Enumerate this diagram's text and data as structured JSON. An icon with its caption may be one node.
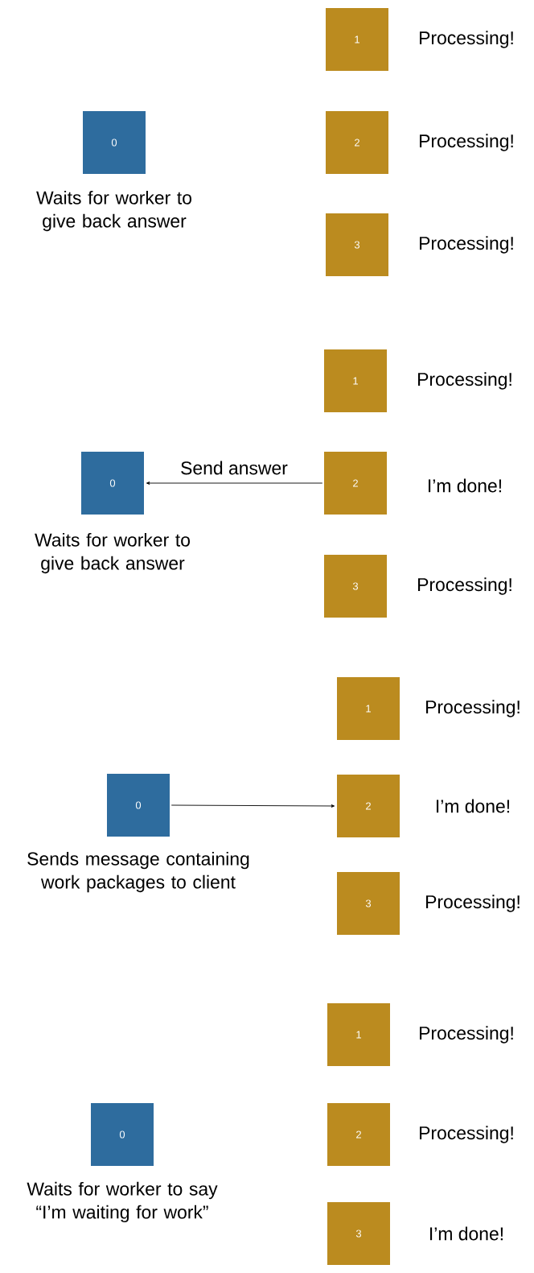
{
  "diagram": {
    "nodes": [
      {
        "text": [
          "0"
        ],
        "beside": [
          "Waits for worker to give back answer"
        ]
      },
      {
        "text": [
          "1"
        ],
        "beside": [
          "Processing!"
        ]
      },
      {
        "text": [
          "2"
        ],
        "beside": [
          "Processing!"
        ]
      },
      {
        "text": [
          "3"
        ],
        "beside": [
          "Processing!"
        ]
      },
      {
        "text": [
          "0"
        ],
        "beside": [
          "Waits for worker to give back answer"
        ]
      },
      {
        "text": [
          "1"
        ],
        "beside": [
          "Processing!"
        ]
      },
      {
        "text": [
          "2"
        ],
        "beside": [
          "I’m done!"
        ]
      },
      {
        "text": [
          "3"
        ],
        "beside": [
          "Processing!"
        ]
      },
      {
        "text": [
          "0"
        ],
        "beside": [
          "Sends message containing work packages to client"
        ]
      },
      {
        "text": [
          "1"
        ],
        "beside": [
          "Processing!"
        ]
      },
      {
        "text": [
          "2"
        ],
        "beside": [
          "I’m done!"
        ]
      },
      {
        "text": [
          "3"
        ],
        "beside": [
          "Processing!"
        ]
      },
      {
        "text": [
          "0"
        ],
        "beside": [
          "Waits for worker to say “I’m waiting for work”"
        ]
      },
      {
        "text": [
          "1"
        ],
        "beside": [
          "Processing!"
        ]
      },
      {
        "text": [
          "2"
        ],
        "beside": [
          "Processing!"
        ]
      },
      {
        "text": [
          "3"
        ],
        "beside": [
          "I’m done!"
        ]
      }
    ],
    "edges": [
      {
        "from": 6,
        "to": 4,
        "arrow": "to",
        "label": "Send answer"
      },
      {
        "from": 8,
        "to": 10,
        "arrow": "to"
      }
    ]
  }
}
